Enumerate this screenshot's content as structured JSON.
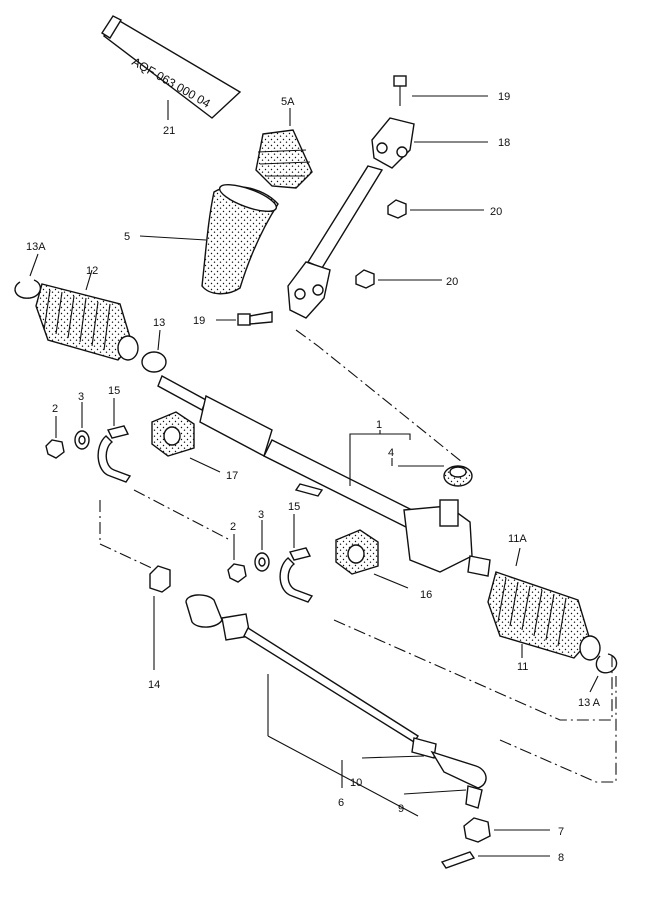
{
  "tube_text": "AQF 063 000 04",
  "callouts": {
    "c1": "1",
    "c2a": "2",
    "c2b": "2",
    "c3a": "3",
    "c3b": "3",
    "c4": "4",
    "c5": "5",
    "c5a": "5A",
    "c6": "6",
    "c7": "7",
    "c8": "8",
    "c9": "9",
    "c10": "10",
    "c11": "11",
    "c11a": "11A",
    "c12": "12",
    "c13": "13",
    "c13a_top": "13A",
    "c13a_bottom": "13 A",
    "c14": "14",
    "c15a": "15",
    "c15b": "15",
    "c16": "16",
    "c17": "17",
    "c18": "18",
    "c19a": "19",
    "c19b": "19",
    "c20a": "20",
    "c20b": "20",
    "c21": "21"
  }
}
